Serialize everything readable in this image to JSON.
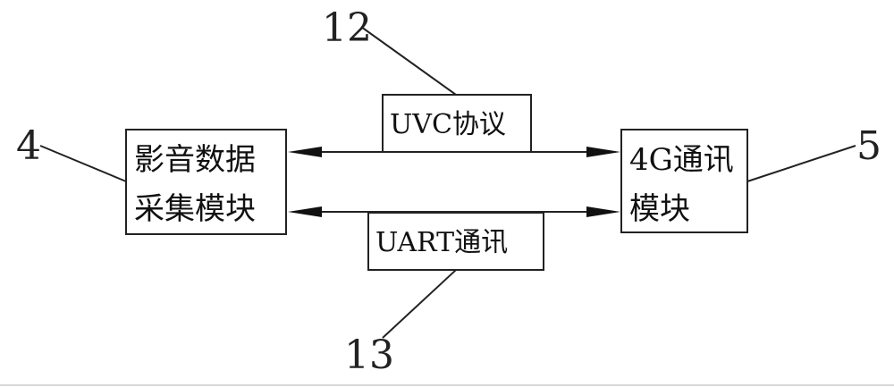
{
  "labels": {
    "left_ref": "4",
    "right_ref": "5",
    "top_ref": "12",
    "bottom_ref": "13"
  },
  "left_module": {
    "line1": "影音数据",
    "line2": "采集模块"
  },
  "right_module": {
    "line1": "4G通讯",
    "line2": "模块"
  },
  "uvc_box": {
    "text": "UVC协议"
  },
  "uart_box": {
    "text": "UART通讯"
  }
}
